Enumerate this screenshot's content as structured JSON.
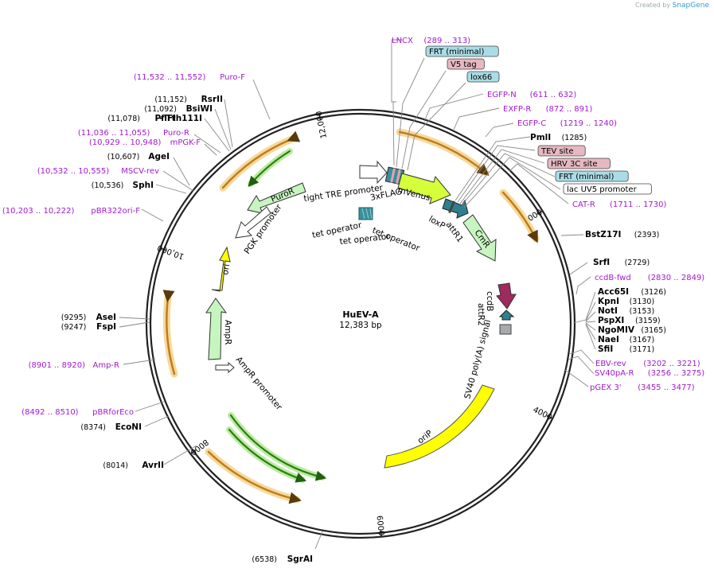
{
  "credit": {
    "prefix": "Created by",
    "brand": "SnapGene"
  },
  "plasmid": {
    "name": "HuEV-A",
    "length_label": "12,383 bp",
    "length": 12383
  },
  "ticks": [
    {
      "bp": 2000,
      "label": "2000"
    },
    {
      "bp": 4000,
      "label": "4000"
    },
    {
      "bp": 6000,
      "label": "6000"
    },
    {
      "bp": 8000,
      "label": "8000"
    },
    {
      "bp": 10000,
      "label": "10,000"
    },
    {
      "bp": 12000,
      "label": "12,000"
    }
  ],
  "labels_right": [
    {
      "name": "LNCX",
      "pos": "(289 .. 313)",
      "kind": "primer"
    },
    {
      "name": "FRT (minimal)",
      "kind": "box",
      "color": "#a9dce6"
    },
    {
      "name": "V5 tag",
      "kind": "box",
      "color": "#e6b8c2"
    },
    {
      "name": "lox66",
      "kind": "box",
      "color": "#a9dce6"
    },
    {
      "name": "EGFP-N",
      "pos": "(611 .. 632)",
      "kind": "primer"
    },
    {
      "name": "EXFP-R",
      "pos": "(872 .. 891)",
      "kind": "primer"
    },
    {
      "name": "EGFP-C",
      "pos": "(1219 .. 1240)",
      "kind": "primer"
    },
    {
      "name": "PmlI",
      "pos": "(1285)",
      "kind": "site"
    },
    {
      "name": "TEV site",
      "kind": "box",
      "color": "#e6b8c2"
    },
    {
      "name": "HRV 3C site",
      "kind": "box",
      "color": "#e6b8c2"
    },
    {
      "name": "FRT (minimal)",
      "kind": "box",
      "color": "#a9dce6"
    },
    {
      "name": "lac UV5 promoter",
      "kind": "box",
      "color": "#ffffff"
    },
    {
      "name": "CAT-R",
      "pos": "(1711 .. 1730)",
      "kind": "primer"
    },
    {
      "name": "BstZ17I",
      "pos": "(2393)",
      "kind": "site"
    },
    {
      "name": "SrfI",
      "pos": "(2729)",
      "kind": "site"
    },
    {
      "name": "ccdB-fwd",
      "pos": "(2830 .. 2849)",
      "kind": "primer"
    },
    {
      "name": "Acc65I",
      "pos": "(3126)",
      "kind": "site"
    },
    {
      "name": "KpnI",
      "pos": "(3130)",
      "kind": "site"
    },
    {
      "name": "NotI",
      "pos": "(3153)",
      "kind": "site"
    },
    {
      "name": "PspXI",
      "pos": "(3159)",
      "kind": "site"
    },
    {
      "name": "NgoMIV",
      "pos": "(3165)",
      "kind": "site"
    },
    {
      "name": "NaeI",
      "pos": "(3167)",
      "kind": "site"
    },
    {
      "name": "SfiI",
      "pos": "(3171)",
      "kind": "site"
    },
    {
      "name": "EBV-rev",
      "pos": "(3202 .. 3221)",
      "kind": "primer"
    },
    {
      "name": "SV40pA-R",
      "pos": "(3256 .. 3275)",
      "kind": "primer"
    },
    {
      "name": "pGEX 3'",
      "pos": "(3455 .. 3477)",
      "kind": "primer"
    }
  ],
  "labels_left": [
    {
      "name": "Puro-F",
      "pos": "(11,532 .. 11,552)",
      "kind": "primer"
    },
    {
      "name": "RsrII",
      "pos": "(11,152)",
      "kind": "site"
    },
    {
      "name": "BsiWI",
      "pos": "(11,092)",
      "kind": "site"
    },
    {
      "name": "PflFI",
      "pos": "(11,078)",
      "kind": "site"
    },
    {
      "name": "- Tth111I",
      "kind": "site"
    },
    {
      "name": "Puro-R",
      "pos": "(11,036 .. 11,055)",
      "kind": "primer"
    },
    {
      "name": "mPGK-F",
      "pos": "(10,929 .. 10,948)",
      "kind": "primer"
    },
    {
      "name": "AgeI",
      "pos": "(10,607)",
      "kind": "site"
    },
    {
      "name": "MSCV-rev",
      "pos": "(10,532 .. 10,555)",
      "kind": "primer"
    },
    {
      "name": "SphI",
      "pos": "(10,536)",
      "kind": "site"
    },
    {
      "name": "pBR322ori-F",
      "pos": "(10,203 .. 10,222)",
      "kind": "primer"
    },
    {
      "name": "AseI",
      "pos": "(9295)",
      "kind": "site"
    },
    {
      "name": "FspI",
      "pos": "(9247)",
      "kind": "site"
    },
    {
      "name": "Amp-R",
      "pos": "(8901 .. 8920)",
      "kind": "primer"
    },
    {
      "name": "pBRforEco",
      "pos": "(8492 .. 8510)",
      "kind": "primer"
    },
    {
      "name": "EcoNI",
      "pos": "(8374)",
      "kind": "site"
    },
    {
      "name": "AvrII",
      "pos": "(8014)",
      "kind": "site"
    },
    {
      "name": "SgrAI",
      "pos": "(6538)",
      "kind": "site"
    }
  ],
  "features": {
    "tight_tre_promoter": "tight TRE promoter",
    "flag": "3xFLAG",
    "mvenus": "mVenus",
    "loxp": "loxP",
    "attr1": "attR1",
    "cmr": "CmR",
    "ccdb": "ccdB",
    "attr2": "attR2",
    "tet_operator_1": "tet operator",
    "tet_operator_2": "tet operator",
    "tet_operator_3": "tet operator",
    "sv40_polya": "SV40 poly(A) signal",
    "orip": "oriP",
    "puror": "PuroR",
    "pgk_promoter": "PGK promoter",
    "ori": "ori",
    "ampr": "AmpR",
    "ampr_promoter": "AmpR promoter"
  },
  "colors": {
    "primer": "#a01ad0",
    "backbone": "#222222",
    "orange_arc": "#e8a23a",
    "green_arc": "#3a8a1e",
    "yellow": "#ffff00",
    "light_green": "#c7f5c0",
    "venus": "#d4ff3a",
    "ccdb": "#9e2a5e",
    "attr": "#2f7f8f"
  }
}
